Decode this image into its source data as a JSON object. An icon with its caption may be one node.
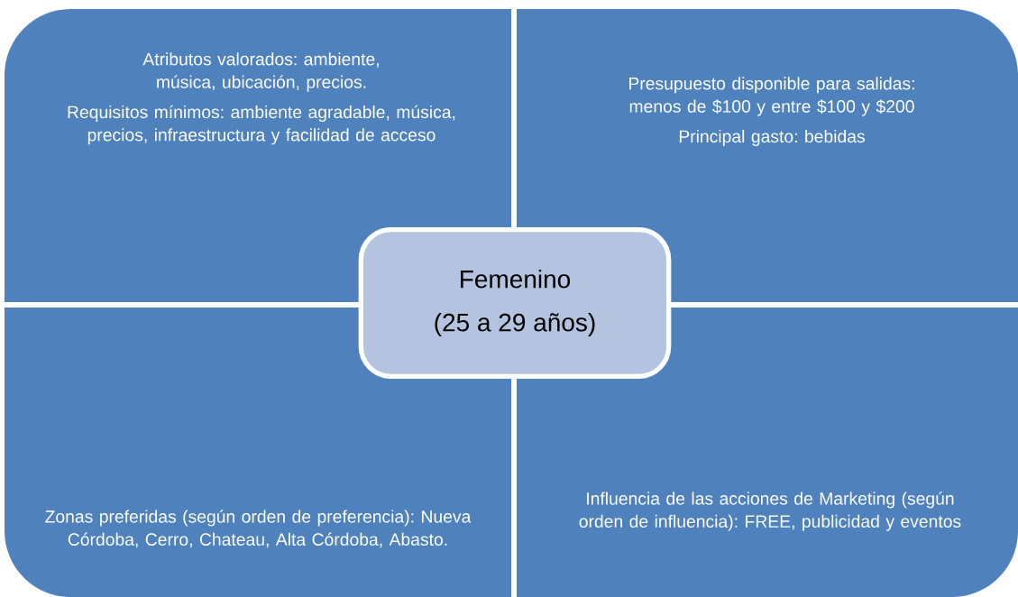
{
  "diagram": {
    "nodes": [
      {
        "text": [
          "Atributos valorados: ambiente, música, ubicación, precios.",
          "Requisitos mínimos: ambiente agradable, música, precios, infraestructura y facilidad de acceso"
        ]
      },
      {
        "text": [
          "Presupuesto disponible para salidas: menos de $100 y entre $100 y $200",
          "Principal gasto: bebidas"
        ]
      },
      {
        "text": [
          "Femenino",
          "(25 a 29 años)"
        ]
      },
      {
        "text": [
          "Zonas preferidas (según orden de preferencia): Nueva Córdoba, Cerro, Chateau, Alta Córdoba, Abasto."
        ]
      },
      {
        "text": [
          "Influencia de las acciones de Marketing (según orden de influencia): FREE, publicidad y eventos"
        ]
      }
    ]
  }
}
